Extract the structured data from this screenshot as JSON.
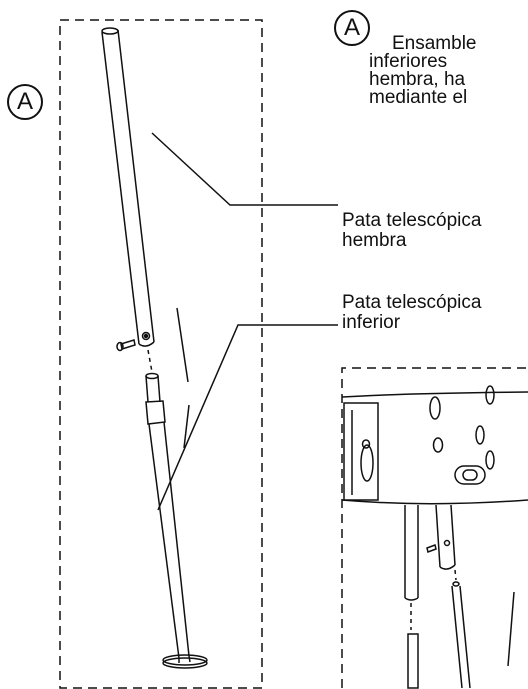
{
  "markers": {
    "left_label": "A",
    "top_label": "A"
  },
  "instructions": {
    "line1": "Ensamble",
    "line2": "inferiores",
    "line3": "hembra, ha",
    "line4": "mediante el"
  },
  "callouts": {
    "female_leg_line1": "Pata telescópica",
    "female_leg_line2": "hembra",
    "lower_leg_line1": "Pata telescópica",
    "lower_leg_line2": "inferior"
  },
  "stroke_color": "#111111"
}
